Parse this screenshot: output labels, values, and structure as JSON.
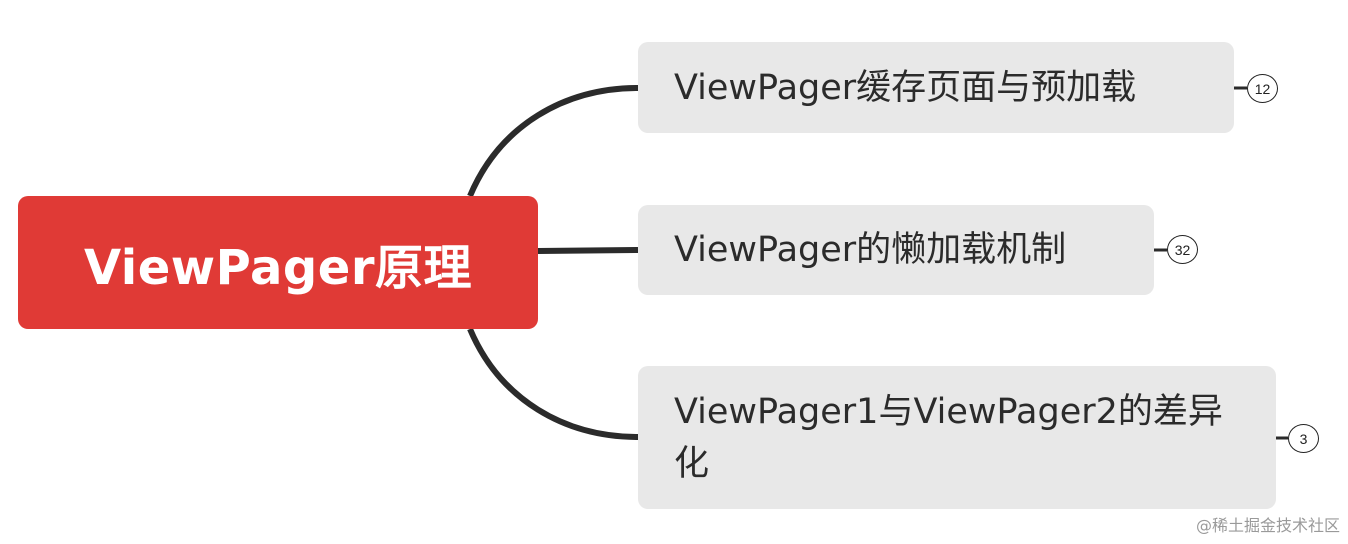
{
  "root": {
    "label": "ViewPager原理",
    "color": "#e03a36"
  },
  "branches": [
    {
      "label": "ViewPager缓存页面与预加载",
      "badge": "12"
    },
    {
      "label": "ViewPager的懒加载机制",
      "badge": "32"
    },
    {
      "label": "ViewPager1与ViewPager2的差异化",
      "badge": "3"
    }
  ],
  "branch_color": "#e8e8e8",
  "connector_color": "#2b2b2b",
  "watermark": "@稀土掘金技术社区"
}
